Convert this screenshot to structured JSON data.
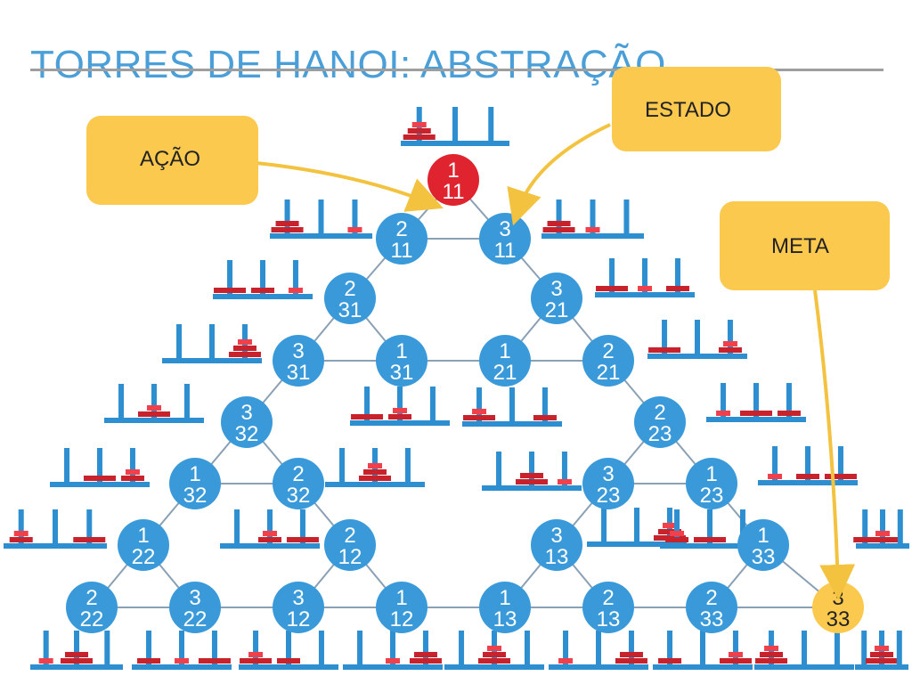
{
  "title": "TORRES DE HANOI: ABSTRAÇÃO",
  "callouts": {
    "estado": "ESTADO",
    "acao": "AÇÃO",
    "meta": "META"
  },
  "colors": {
    "node": "#3a9ad9",
    "start_node": "#e0242f",
    "goal_node": "#fcc94f",
    "edge": "#8aa0b4",
    "peg": "#2e8fd0",
    "disk_small": "#f0404b",
    "disk_large": "#c8222c",
    "arrow": "#f3c23e",
    "callout": "#fcc94f"
  },
  "nodes": [
    {
      "id": "n1",
      "top": "1",
      "bottom": "11"
    },
    {
      "id": "n2",
      "top": "2",
      "bottom": "11"
    },
    {
      "id": "n3",
      "top": "3",
      "bottom": "11"
    },
    {
      "id": "n4",
      "top": "2",
      "bottom": "31"
    },
    {
      "id": "n5",
      "top": "3",
      "bottom": "21"
    },
    {
      "id": "n6",
      "top": "3",
      "bottom": "31"
    },
    {
      "id": "n7",
      "top": "1",
      "bottom": "31"
    },
    {
      "id": "n8",
      "top": "1",
      "bottom": "21"
    },
    {
      "id": "n9",
      "top": "2",
      "bottom": "21"
    },
    {
      "id": "n10",
      "top": "3",
      "bottom": "32"
    },
    {
      "id": "n11",
      "top": "2",
      "bottom": "23"
    },
    {
      "id": "n12",
      "top": "1",
      "bottom": "32"
    },
    {
      "id": "n13",
      "top": "2",
      "bottom": "32"
    },
    {
      "id": "n14",
      "top": "3",
      "bottom": "23"
    },
    {
      "id": "n15",
      "top": "1",
      "bottom": "23"
    },
    {
      "id": "n16",
      "top": "1",
      "bottom": "22"
    },
    {
      "id": "n17",
      "top": "2",
      "bottom": "12"
    },
    {
      "id": "n18",
      "top": "3",
      "bottom": "13"
    },
    {
      "id": "n19",
      "top": "1",
      "bottom": "33"
    },
    {
      "id": "n20",
      "top": "2",
      "bottom": "22"
    },
    {
      "id": "n21",
      "top": "3",
      "bottom": "22"
    },
    {
      "id": "n22",
      "top": "3",
      "bottom": "12"
    },
    {
      "id": "n23",
      "top": "1",
      "bottom": "12"
    },
    {
      "id": "n24",
      "top": "1",
      "bottom": "13"
    },
    {
      "id": "n25",
      "top": "2",
      "bottom": "13"
    },
    {
      "id": "n26",
      "top": "2",
      "bottom": "33"
    },
    {
      "id": "n27",
      "top": "3",
      "bottom": "33"
    }
  ],
  "edges": [
    [
      "n1",
      "n2"
    ],
    [
      "n1",
      "n3"
    ],
    [
      "n2",
      "n3"
    ],
    [
      "n2",
      "n4"
    ],
    [
      "n3",
      "n5"
    ],
    [
      "n4",
      "n6"
    ],
    [
      "n4",
      "n7"
    ],
    [
      "n6",
      "n7"
    ],
    [
      "n5",
      "n8"
    ],
    [
      "n5",
      "n9"
    ],
    [
      "n8",
      "n9"
    ],
    [
      "n7",
      "n8"
    ],
    [
      "n6",
      "n10"
    ],
    [
      "n9",
      "n11"
    ],
    [
      "n10",
      "n12"
    ],
    [
      "n10",
      "n13"
    ],
    [
      "n12",
      "n13"
    ],
    [
      "n11",
      "n14"
    ],
    [
      "n11",
      "n15"
    ],
    [
      "n14",
      "n15"
    ],
    [
      "n12",
      "n16"
    ],
    [
      "n13",
      "n17"
    ],
    [
      "n14",
      "n18"
    ],
    [
      "n15",
      "n19"
    ],
    [
      "n16",
      "n20"
    ],
    [
      "n16",
      "n21"
    ],
    [
      "n20",
      "n21"
    ],
    [
      "n17",
      "n22"
    ],
    [
      "n17",
      "n23"
    ],
    [
      "n22",
      "n23"
    ],
    [
      "n18",
      "n24"
    ],
    [
      "n18",
      "n25"
    ],
    [
      "n24",
      "n25"
    ],
    [
      "n19",
      "n26"
    ],
    [
      "n19",
      "n27"
    ],
    [
      "n26",
      "n27"
    ],
    [
      "n21",
      "n22"
    ],
    [
      "n23",
      "n24"
    ],
    [
      "n25",
      "n26"
    ]
  ],
  "state_icons": [
    {
      "id": "s0",
      "pegs": [
        [
          1,
          2,
          3
        ],
        [],
        []
      ]
    },
    {
      "id": "s1",
      "pegs": [
        [
          2,
          3
        ],
        [],
        [
          1
        ]
      ]
    },
    {
      "id": "s2",
      "pegs": [
        [
          2,
          3
        ],
        [
          1
        ],
        []
      ]
    },
    {
      "id": "s3",
      "pegs": [
        [
          3
        ],
        [
          2
        ],
        [
          1
        ]
      ]
    },
    {
      "id": "s4",
      "pegs": [
        [
          3
        ],
        [
          1
        ],
        [
          2
        ]
      ]
    },
    {
      "id": "s5",
      "pegs": [
        [],
        [],
        [
          1,
          2,
          3
        ]
      ]
    },
    {
      "id": "s6",
      "pegs": [
        [
          3
        ],
        [
          1,
          2
        ],
        []
      ]
    },
    {
      "id": "s7",
      "pegs": [
        [
          1,
          3
        ],
        [],
        [
          2
        ]
      ]
    },
    {
      "id": "s8",
      "pegs": [
        [
          3
        ],
        [],
        [
          1,
          2
        ]
      ]
    },
    {
      "id": "s9",
      "pegs": [
        [],
        [
          1,
          3
        ],
        []
      ]
    },
    {
      "id": "s10",
      "pegs": [
        [
          1
        ],
        [
          3
        ],
        [
          2
        ]
      ]
    },
    {
      "id": "s11",
      "pegs": [
        [],
        [
          3
        ],
        [
          1,
          2
        ]
      ]
    },
    {
      "id": "s12",
      "pegs": [
        [],
        [
          1,
          2,
          3
        ],
        []
      ]
    },
    {
      "id": "s13",
      "pegs": [
        [],
        [
          2,
          3
        ],
        [
          1
        ]
      ]
    },
    {
      "id": "s14",
      "pegs": [
        [
          1
        ],
        [
          2
        ],
        [
          3
        ]
      ]
    },
    {
      "id": "s15",
      "pegs": [
        [
          1,
          2
        ],
        [],
        [
          3
        ]
      ]
    },
    {
      "id": "s16",
      "pegs": [
        [],
        [
          1,
          2
        ],
        [
          3
        ]
      ]
    },
    {
      "id": "s17",
      "pegs": [
        [],
        [],
        [
          1,
          2,
          3
        ]
      ]
    },
    {
      "id": "s18",
      "pegs": [
        [
          1,
          2
        ],
        [
          3
        ],
        []
      ]
    },
    {
      "id": "s19",
      "pegs": [
        [
          2
        ],
        [
          1,
          3
        ],
        []
      ]
    },
    {
      "id": "s20",
      "pegs": [
        [
          1
        ],
        [
          2,
          3
        ],
        []
      ]
    },
    {
      "id": "s21",
      "pegs": [
        [
          2
        ],
        [
          1
        ],
        [
          3
        ]
      ]
    },
    {
      "id": "s22",
      "pegs": [
        [
          1,
          3
        ],
        [
          2
        ],
        []
      ]
    },
    {
      "id": "s23",
      "pegs": [
        [],
        [
          1
        ],
        [
          2,
          3
        ]
      ]
    },
    {
      "id": "s24",
      "pegs": [
        [],
        [
          1,
          2,
          3
        ],
        []
      ]
    },
    {
      "id": "s25",
      "pegs": [
        [
          1
        ],
        [],
        [
          2,
          3
        ]
      ]
    },
    {
      "id": "s26",
      "pegs": [
        [
          2
        ],
        [],
        [
          1,
          3
        ]
      ]
    },
    {
      "id": "s27",
      "pegs": [
        [
          1,
          2,
          3
        ],
        [],
        []
      ]
    },
    {
      "id": "s28",
      "pegs": [
        [],
        [
          1,
          2,
          3
        ],
        []
      ]
    },
    {
      "id": "s29",
      "pegs": [
        [
          2,
          3
        ],
        [],
        [
          1
        ]
      ]
    },
    {
      "id": "s30",
      "pegs": [
        [],
        [
          3
        ],
        [
          1,
          2
        ]
      ]
    },
    {
      "id": "s31",
      "pegs": [
        [
          1,
          3
        ],
        [],
        [
          2
        ]
      ]
    },
    {
      "id": "s32",
      "pegs": [
        [],
        [
          2,
          3
        ],
        [
          1
        ]
      ]
    },
    {
      "id": "s33",
      "pegs": [
        [
          1,
          2
        ],
        [
          3
        ],
        []
      ]
    },
    {
      "id": "s34",
      "pegs": [
        [
          2
        ],
        [
          1,
          3
        ],
        []
      ]
    },
    {
      "id": "s35",
      "pegs": [
        [],
        [],
        [
          1,
          2,
          3
        ]
      ]
    }
  ]
}
